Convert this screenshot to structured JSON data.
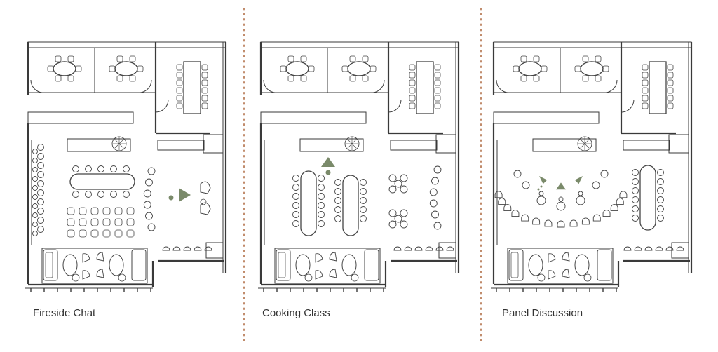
{
  "layouts": [
    {
      "caption": "Fireside Chat",
      "arrangement": "fireside-chat",
      "marker": "triangle-right"
    },
    {
      "caption": "Cooking Class",
      "arrangement": "cooking-class",
      "marker": "triangle-up"
    },
    {
      "caption": "Panel Discussion",
      "arrangement": "panel-discussion",
      "marker": "triangles-converging"
    }
  ],
  "colors": {
    "wall": "#3a3a3a",
    "furniture": "#444444",
    "accent": "#7a8a6a",
    "divider": "#c08a6a",
    "caption": "#333333"
  }
}
